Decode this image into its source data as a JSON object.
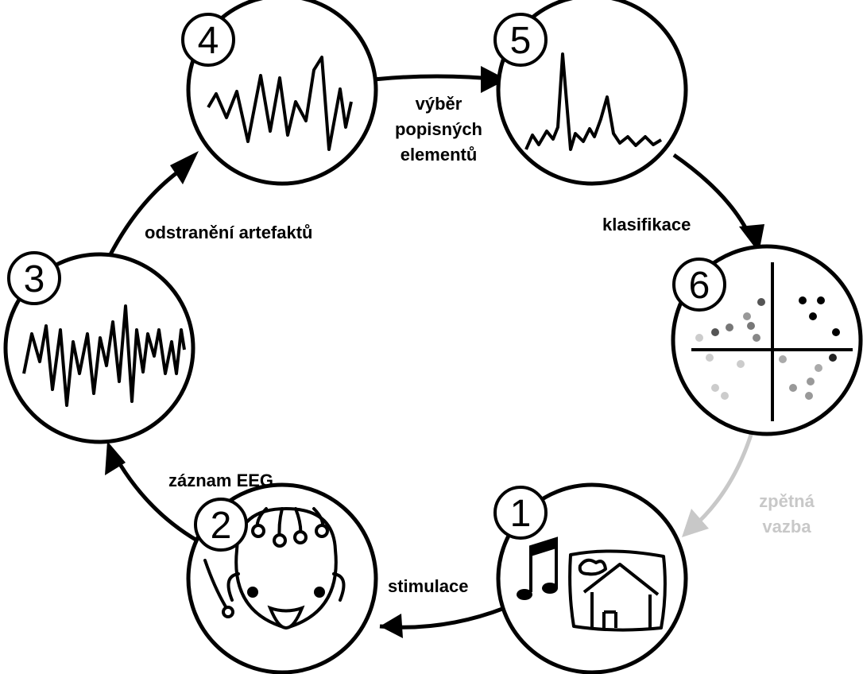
{
  "steps": [
    {
      "number": "1"
    },
    {
      "number": "2"
    },
    {
      "number": "3"
    },
    {
      "number": "4"
    },
    {
      "number": "5"
    },
    {
      "number": "6"
    }
  ],
  "edges": {
    "stimulace": "stimulace",
    "zaznam": "záznam EEG",
    "odstraneni": "odstranění artefaktů",
    "vyber_line1": "výběr",
    "vyber_line2": "popisných",
    "vyber_line3": "elementů",
    "klasifikace": "klasifikace",
    "zpetna_line1": "zpětná",
    "zpetna_line2": "vazba"
  },
  "colors": {
    "line": "#000000",
    "feedback": "#c8c8c8"
  }
}
